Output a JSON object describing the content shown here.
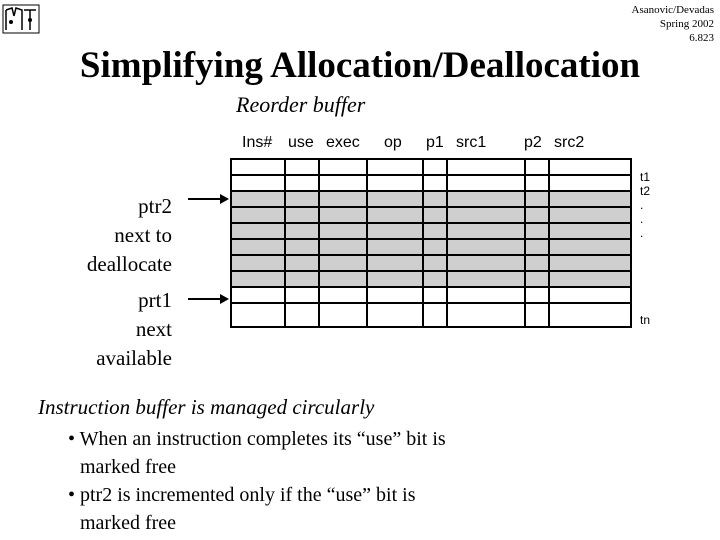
{
  "header": {
    "course_lines": [
      "Asanovic/Devadas",
      "Spring 2002",
      "6.823"
    ]
  },
  "slide": {
    "title": "Simplifying Allocation/Deallocation",
    "rob_caption": "Reorder buffer",
    "column_headers": [
      "Ins#",
      "use",
      "exec",
      "op",
      "p1",
      "src1",
      "p2",
      "src2"
    ],
    "tag_labels": [
      "t1",
      "t2",
      ".",
      ".",
      "."
    ],
    "tag_last": "tn",
    "ptr2_label": [
      "ptr2",
      "next to",
      "deallocate"
    ],
    "ptr1_label": [
      "prt1",
      "next",
      "available"
    ],
    "circular_note": "Instruction buffer is managed circularly",
    "bullets": [
      {
        "line1": "• When an instruction completes its “use” bit is",
        "line2": "marked free"
      },
      {
        "line1": "• ptr2 is incremented only if the “use” bit is",
        "line2": "marked free"
      }
    ]
  }
}
